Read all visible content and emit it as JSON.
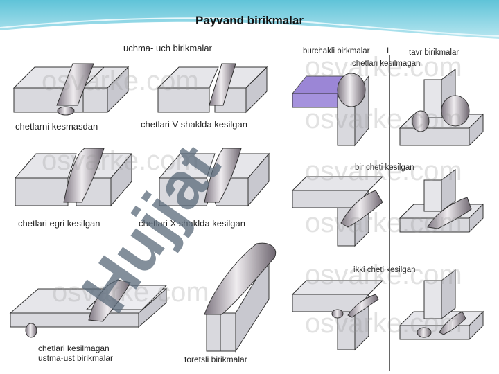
{
  "title": "Payvand birikmalar",
  "left_panel": {
    "heading": "uchma- uch birikmalar",
    "captions": [
      "chetlarni kesmasdan",
      "chetlari V shaklda kesilgan",
      "chetlari egri kesilgan",
      "chetlari X shaklda kesilgan",
      "toretsli birikmalar"
    ],
    "lap_caption": [
      "chetlari kesilmagan",
      "ustma-ust birikmalar"
    ]
  },
  "right_panel": {
    "corner_heading": "burchakli birkmalar",
    "tee_heading": "tavr birikmalar",
    "separator": "I",
    "row_labels": [
      "chetlari kesilmagan",
      "bir cheti kesilgan",
      "ikki cheti kesilgan"
    ]
  },
  "watermarks": {
    "site": "osvarke.com",
    "diagonal": "Hujjat"
  },
  "colors": {
    "band_top": "#5fc3d8",
    "plate_face": "#e6e6ea",
    "plate_side": "#c8c8cf",
    "edge": "#333333",
    "weld": "#b9b4bd",
    "highlight": "#8a72d0",
    "diag_watermark": "#5a6a7a"
  }
}
